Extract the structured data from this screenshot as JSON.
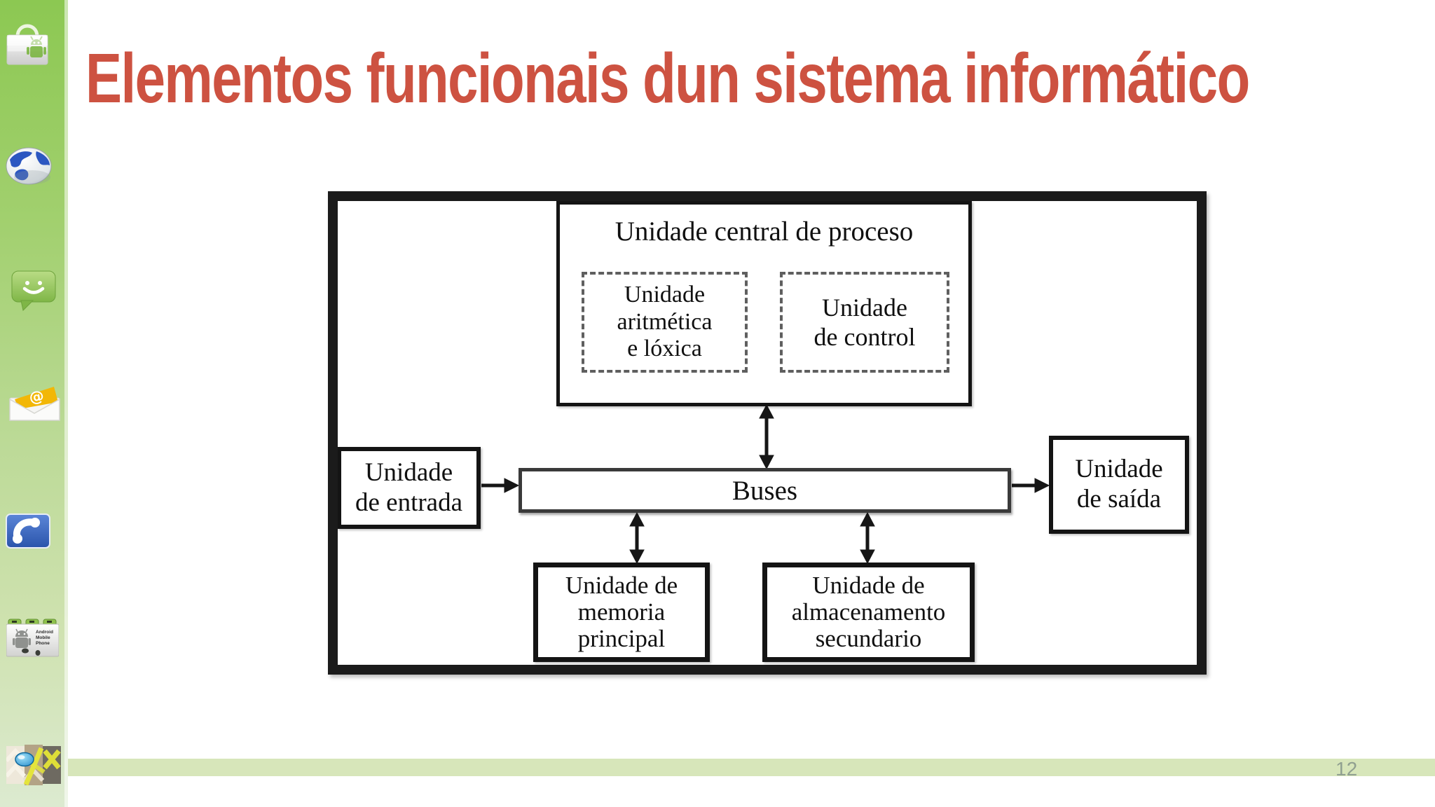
{
  "slide": {
    "title": "Elementos funcionais dun sistema informático",
    "page_number": "12"
  },
  "sidebar": {
    "icons": [
      {
        "name": "android-market-icon"
      },
      {
        "name": "globe-icon"
      },
      {
        "name": "messaging-icon"
      },
      {
        "name": "email-icon"
      },
      {
        "name": "phone-icon"
      },
      {
        "name": "contacts-icon",
        "label_lines": [
          "Android",
          "Mobile",
          "Phone"
        ]
      },
      {
        "name": "maps-icon"
      }
    ]
  },
  "diagram": {
    "cpu": {
      "title": "Unidade central de proceso"
    },
    "alu": {
      "lines": [
        "Unidade",
        "aritmética",
        "e lóxica"
      ]
    },
    "control": {
      "lines": [
        "Unidade",
        "de control"
      ]
    },
    "buses": {
      "label": "Buses"
    },
    "entrada": {
      "lines": [
        "Unidade",
        "de entrada"
      ]
    },
    "saida": {
      "lines": [
        "Unidade",
        "de saída"
      ]
    },
    "memoria": {
      "lines": [
        "Unidade de",
        "memoria",
        "principal"
      ]
    },
    "almacenamento": {
      "lines": [
        "Unidade de",
        "almacenamento",
        "secundario"
      ]
    }
  },
  "colors": {
    "title_color": "#cd5241",
    "sidebar_top": "#8cc852",
    "sidebar_bottom": "#dcead0",
    "footer_bar": "#d7e6ba",
    "page_number_color": "#90a090",
    "diagram_border": "#1b1b1b"
  }
}
